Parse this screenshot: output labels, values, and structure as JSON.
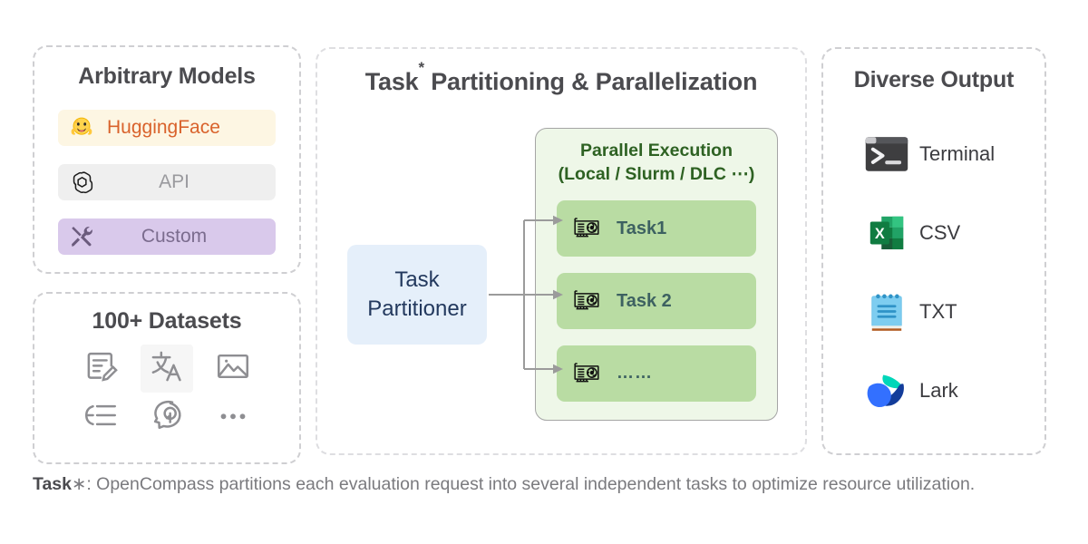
{
  "models_panel": {
    "title": "Arbitrary Models",
    "rows": [
      {
        "label": "HuggingFace",
        "icon": "huggingface-icon",
        "bg": "#fdf6e3",
        "text_color": "#d9622b"
      },
      {
        "label": "API",
        "icon": "openai-icon",
        "bg": "#efefef",
        "text_color": "#9a9a9e"
      },
      {
        "label": "Custom",
        "icon": "tools-icon",
        "bg": "#d9c9eb",
        "text_color": "#7b6c8e"
      }
    ]
  },
  "datasets_panel": {
    "title": "100+ Datasets",
    "icons": [
      "document-edit-icon",
      "translate-icon",
      "image-icon",
      "indent-list-icon",
      "reasoning-head-icon",
      "ellipsis-icon"
    ]
  },
  "center_panel": {
    "title": "Task",
    "title_superscript": "*",
    "title_rest": " Partitioning & Parallelization",
    "partitioner": {
      "line1": "Task",
      "line2": "Partitioner",
      "bg": "#e5effa",
      "text_color": "#23395e"
    },
    "parallel": {
      "heading_line1": "Parallel Execution",
      "heading_line2": "(Local / Slurm / DLC ⋯)",
      "heading_color": "#2e6223",
      "bg": "#eef7e8",
      "card_bg": "#b9dca3",
      "tasks": [
        {
          "label": "Task1",
          "icon": "gpu-card-icon"
        },
        {
          "label": "Task 2",
          "icon": "gpu-card-icon"
        },
        {
          "label": "……",
          "icon": "gpu-card-icon"
        }
      ]
    }
  },
  "output_panel": {
    "title": "Diverse Output",
    "rows": [
      {
        "label": "Terminal",
        "icon": "terminal-icon"
      },
      {
        "label": "CSV",
        "icon": "excel-icon"
      },
      {
        "label": "TXT",
        "icon": "notepad-icon"
      },
      {
        "label": "Lark",
        "icon": "lark-icon"
      }
    ]
  },
  "caption": {
    "bold": "Task",
    "rest": "∗: OpenCompass partitions each evaluation request into several independent tasks to optimize resource utilization."
  }
}
